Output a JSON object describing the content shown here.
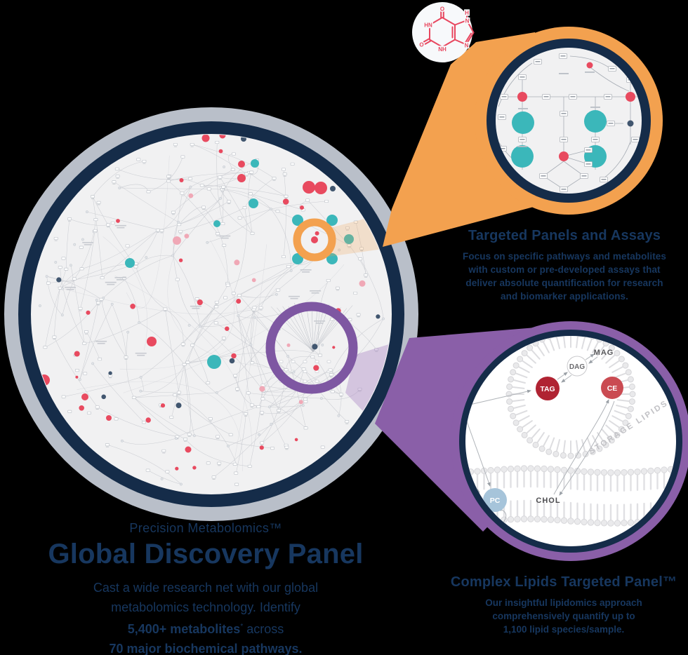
{
  "palette": {
    "navy_ring": "#152c49",
    "navy_text": "#17375f",
    "silver": "#b9bfc9",
    "map_bg": "#f1f1f2",
    "orange": "#f3a14f",
    "purple": "#8a5fa8",
    "purple_ring_hl": "#7e57a2",
    "lavender": "#a57fc0",
    "red": "#e84a5f",
    "pink": "#f0a8b6",
    "slate": "#41566f",
    "teal": "#3bb7ba",
    "tag_red": "#b02332",
    "ce_red": "#ca4b52",
    "pc_blue": "#a6c4da",
    "gray_line": "#c5c8ce",
    "badge_bg": "#f7f9fb"
  },
  "molecule": {
    "atoms": {
      "o_top": "O",
      "hn_left": "HN",
      "o_left": "O",
      "nh_bottom": "NH",
      "h_top": "H",
      "n_mid": "N",
      "n_right": "N"
    }
  },
  "targeted_panel": {
    "title": "Targeted Panels and Assays",
    "lines": [
      "Focus on specific pathways and metabolites",
      "with custom or pre-developed assays that",
      "deliver absolute quantification for research",
      "and biomarker applications."
    ]
  },
  "global_panel": {
    "eyebrow": "Precision Metabolomics™",
    "title": "Global Discovery Panel",
    "line1": "Cast a wide research net with our global",
    "line2": "metabolomics technology. Identify",
    "line3_bold": "5,400+ metabolites",
    "line3_sup": "*",
    "line3_rest": " across",
    "line4_bold": "70 major biochemical pathways."
  },
  "lipids_panel": {
    "title": "Complex Lipids Targeted Panel™",
    "lines": [
      "Our insightful lipidomics approach",
      "comprehensively quantify up to"
    ],
    "bold_line": "1,100 lipid species/sample."
  },
  "lipid_diagram": {
    "mag": "MAG",
    "dag": "DAG",
    "tag": "TAG",
    "ce": "CE",
    "pc": "PC",
    "chol": "CHOL",
    "storage": "STORAGE LIPIDS"
  }
}
